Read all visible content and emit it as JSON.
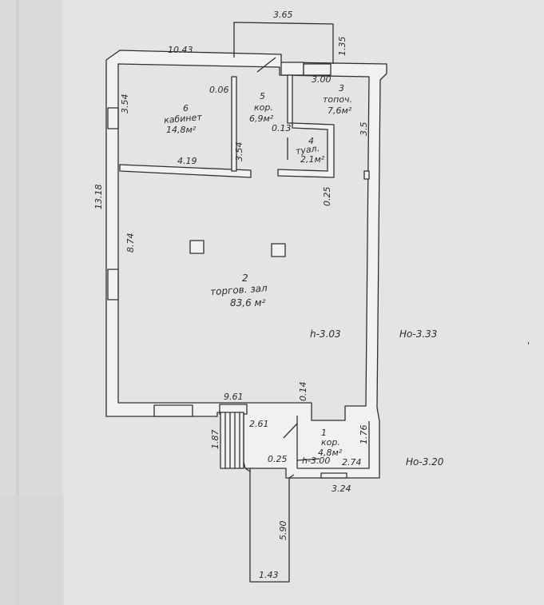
{
  "colors": {
    "paper": "#e3e4e5",
    "paper_left": "#d6d7d8",
    "wall_fill": "#f1f1f2",
    "line": "#2f3032"
  },
  "rooms": [
    {
      "number": "6",
      "name": "кабинет",
      "area": "14,8м²"
    },
    {
      "number": "5",
      "name": "кор.",
      "area": "6,9м²"
    },
    {
      "number": "3",
      "name": "топоч.",
      "area": "7,6м²"
    },
    {
      "number": "4",
      "name": "туал.",
      "area": "2,1м²"
    },
    {
      "number": "2",
      "name": "торгов. зал",
      "area": "83,6 м²"
    },
    {
      "number": "1",
      "name": "кор.",
      "area": "4,8м²"
    }
  ],
  "dimensions": [
    "3.65",
    "1.35",
    "10.43",
    "3.00",
    "0.06",
    "3.54",
    "3.5",
    "0.13",
    "3.54",
    "4.19",
    "0.25",
    "13.18",
    "8.74",
    "0.14",
    "9.61",
    "2.61",
    "1.87",
    "1.76",
    "0.25",
    "2.74",
    "3.24",
    "5.90",
    "1.43"
  ],
  "heights": [
    {
      "label": "h-3.03"
    },
    {
      "label": "Ho-3.33"
    },
    {
      "label": "h-3.00"
    },
    {
      "label": "Ho-3.20"
    }
  ]
}
